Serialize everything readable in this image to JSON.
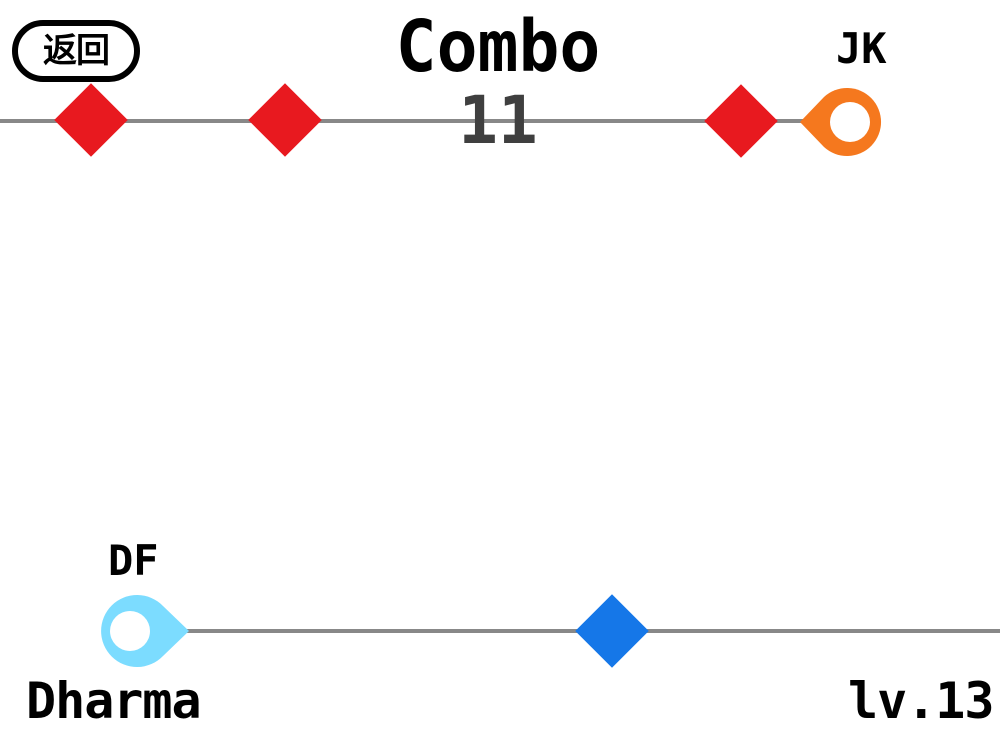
{
  "back_button": {
    "label": "返回"
  },
  "combo": {
    "title": "Combo",
    "count": "11"
  },
  "opponent": {
    "tag": "JK",
    "avatar_color": "#f5781e",
    "lane_notes": [
      {
        "shape": "diamond",
        "color": "#e8191f"
      },
      {
        "shape": "diamond",
        "color": "#e8191f"
      },
      {
        "shape": "diamond",
        "color": "#e8191f"
      }
    ]
  },
  "player": {
    "tag": "DF",
    "name": "Dharma",
    "level": "lv.13",
    "avatar_color": "#7cdcff",
    "lane_notes": [
      {
        "shape": "diamond",
        "color": "#1577e8"
      }
    ]
  },
  "colors": {
    "lane_line": "#888888",
    "text": "#000000",
    "combo_count": "#3f3f3f",
    "background": "#ffffff"
  }
}
